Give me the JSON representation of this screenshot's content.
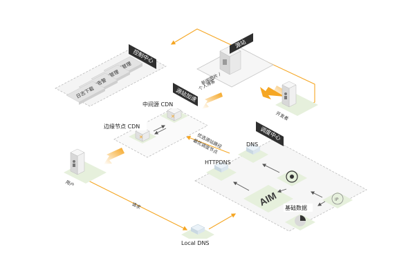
{
  "control_center": {
    "title": "控制中心",
    "items": [
      "配置管理",
      "内容管理",
      "监控告警",
      "日志下载"
    ]
  },
  "origin": {
    "title": "源站",
    "desc_line1": "新闻图片 /",
    "desc_line2": "个人博客"
  },
  "developer": {
    "label": "开发者"
  },
  "acceleration": {
    "title": "源站加速",
    "mid_cdn": "中间源 CDN",
    "edge_cdn": "边缘节点 CDN"
  },
  "scheduling": {
    "title": "调度中心",
    "dns": "DNS",
    "httpdns": "HTTPDNS",
    "aim": "AIM",
    "base_data": "基础数据",
    "ip_badge": "IP"
  },
  "optimize_note": {
    "line1": "优选源站路径",
    "line2": "最优调度节点"
  },
  "user": {
    "label": "用户"
  },
  "request": {
    "label": "请求"
  },
  "local_dns": {
    "label": "Local DNS"
  },
  "colors": {
    "accent": "#f5a623",
    "dark_tag": "#2f2f2f",
    "platform": "#e6f0dc",
    "panel": "#f2f2f2"
  }
}
